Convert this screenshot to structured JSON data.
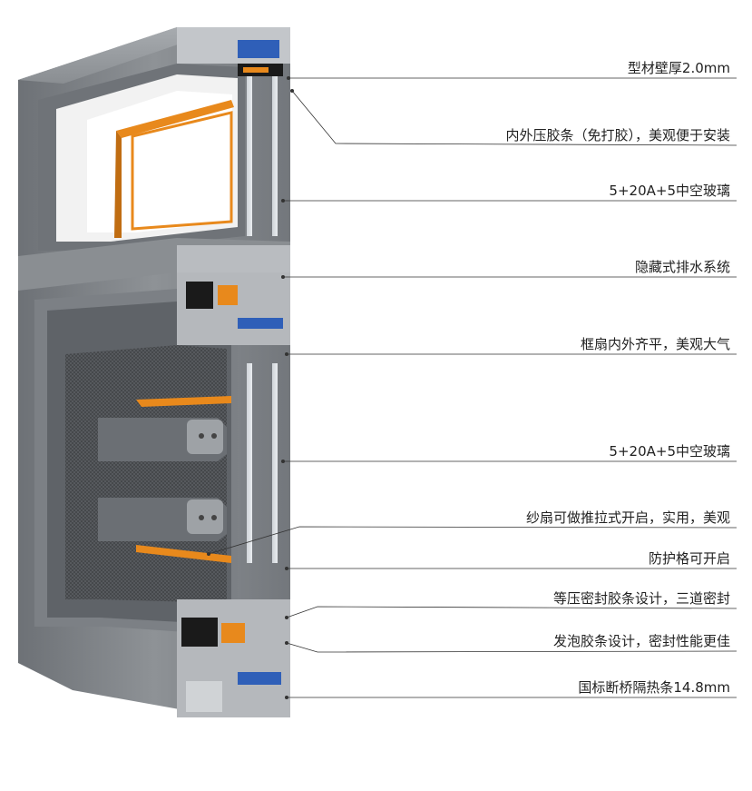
{
  "callouts": [
    {
      "id": "profile-wall-thickness",
      "text": "型材壁厚2.0mm"
    },
    {
      "id": "press-strip",
      "text": "内外压胶条（免打胶），美观便于安装"
    },
    {
      "id": "glass-top",
      "text": "5+20A+5中空玻璃"
    },
    {
      "id": "hidden-drainage",
      "text": "隐藏式排水系统"
    },
    {
      "id": "flush-frame",
      "text": "框扇内外齐平，美观大气"
    },
    {
      "id": "glass-bottom",
      "text": "5+20A+5中空玻璃"
    },
    {
      "id": "screen-sash",
      "text": "纱扇可做推拉式开启，实用，美观"
    },
    {
      "id": "guard-grid",
      "text": "防护格可开启"
    },
    {
      "id": "pressure-seal",
      "text": "等压密封胶条设计，三道密封"
    },
    {
      "id": "foam-strip",
      "text": "发泡胶条设计，密封性能更佳"
    },
    {
      "id": "thermal-break",
      "text": "国标断桥隔热条14.8mm"
    }
  ],
  "colors": {
    "aluminum": "#8e9296",
    "aluminum_dark": "#5f6368",
    "aluminum_light": "#c9ccd0",
    "thermal_orange": "#e8891c",
    "seal_blue": "#2f5fb8",
    "gasket_black": "#1a1a1a",
    "glass": "#d8dde2",
    "leader_line": "#333333"
  }
}
